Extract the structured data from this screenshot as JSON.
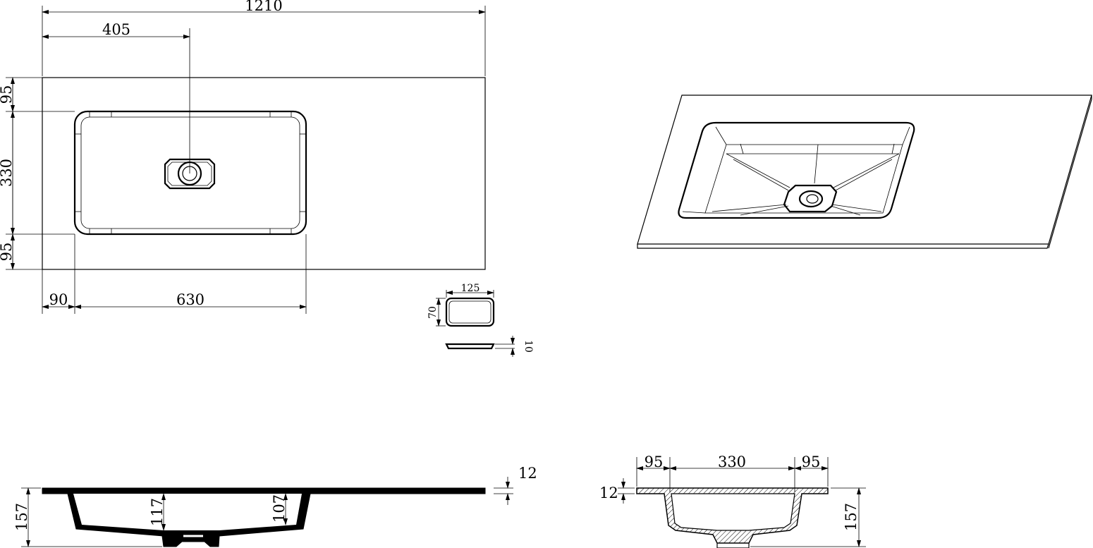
{
  "plan_view": {
    "overall_width": "1210",
    "drain_offset": "405",
    "edge_top": "95",
    "basin_depth": "330",
    "edge_bottom": "95",
    "edge_left": "90",
    "basin_length": "630"
  },
  "overflow_cover": {
    "width": "125",
    "height": "70",
    "thickness": "10"
  },
  "long_section": {
    "thickness": "12",
    "total_height": "157",
    "basin_depth_center": "117",
    "basin_depth_edge": "107"
  },
  "cross_section": {
    "rim_left": "95",
    "basin_width": "330",
    "rim_right": "95",
    "thickness": "12",
    "total_height": "157"
  },
  "colors": {
    "line": "#000000",
    "background": "#ffffff"
  }
}
